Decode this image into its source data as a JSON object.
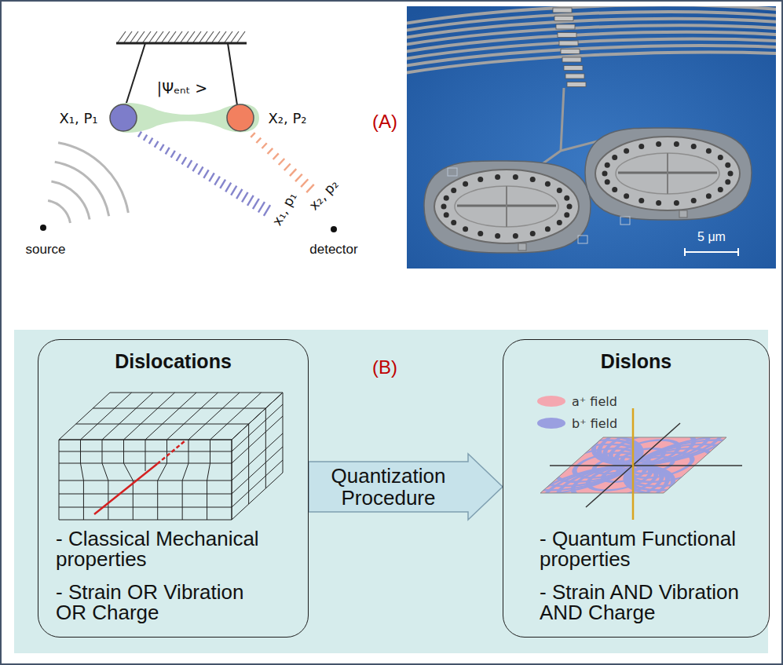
{
  "diagram": {
    "nodes": [
      {
        "text": [
          "(B)"
        ]
      },
      {
        "text": [
          "Dislocations",
          "- Classical Mechanical properties",
          "- Strain OR Vibration OR Charge"
        ],
        "in": 0
      },
      {
        "text": [
          "Dislons",
          "- Quantum Functional properties",
          "- Strain AND Vibration AND Charge"
        ],
        "in": 0
      }
    ],
    "edges": [
      {
        "from": 1,
        "to": 2,
        "arrow": "to",
        "label": "Quantization Procedure"
      }
    ],
    "labels": [
      "X₁, P₁",
      "|Ψₑₙₜ >",
      "X₂, P₂",
      "x₁, p₁",
      "x₂, p₂",
      "source",
      "detector",
      "(A)",
      "5 μm"
    ],
    "legend": [
      {
        "text": "a⁺ field",
        "color": "#f4a7b0"
      },
      {
        "text": "b⁺ field",
        "color": "#9a9fe0"
      }
    ]
  }
}
